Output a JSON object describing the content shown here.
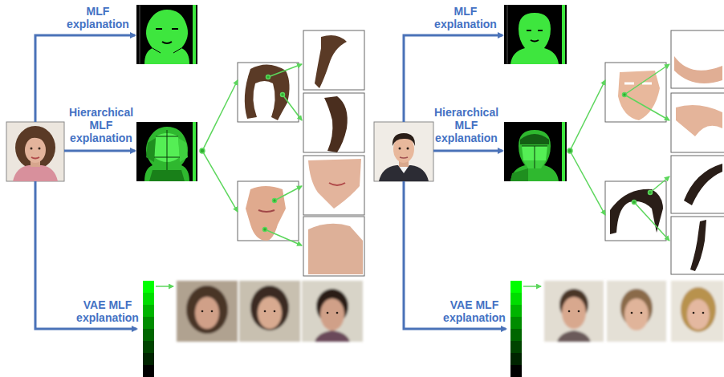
{
  "diagram": {
    "labels": [
      "MLF explanation",
      "Hierarchical MLF explanation",
      "VAE MLF explanation",
      "MLF explanation",
      "Hierarchical MLF explanation",
      "VAE MLF explanation"
    ]
  }
}
